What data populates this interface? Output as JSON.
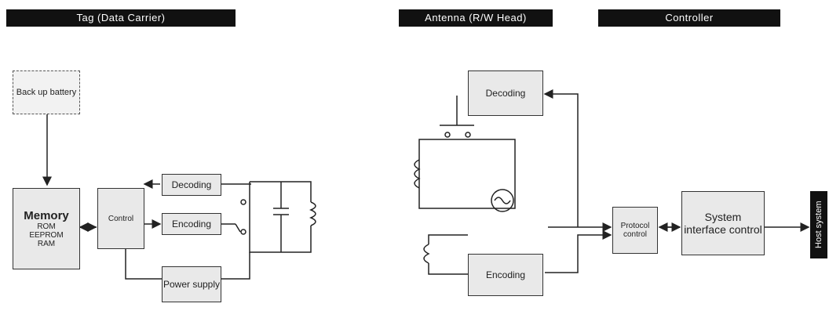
{
  "headers": {
    "tag": "Tag (Data Carrier)",
    "antenna": "Antenna (R/W Head)",
    "controller": "Controller"
  },
  "boxes": {
    "backup_battery": "Back up battery",
    "memory_title": "Memory",
    "memory_detail": [
      "ROM",
      "EEPROM",
      "RAM"
    ],
    "tag_control": "Control",
    "tag_decoding": "Decoding",
    "tag_encoding": "Encoding",
    "power_supply": "Power supply",
    "ant_decoding": "Decoding",
    "ant_encoding": "Encoding",
    "protocol_control": "Protocol control",
    "system_interface": "System interface control"
  },
  "side_tab": "Host system"
}
